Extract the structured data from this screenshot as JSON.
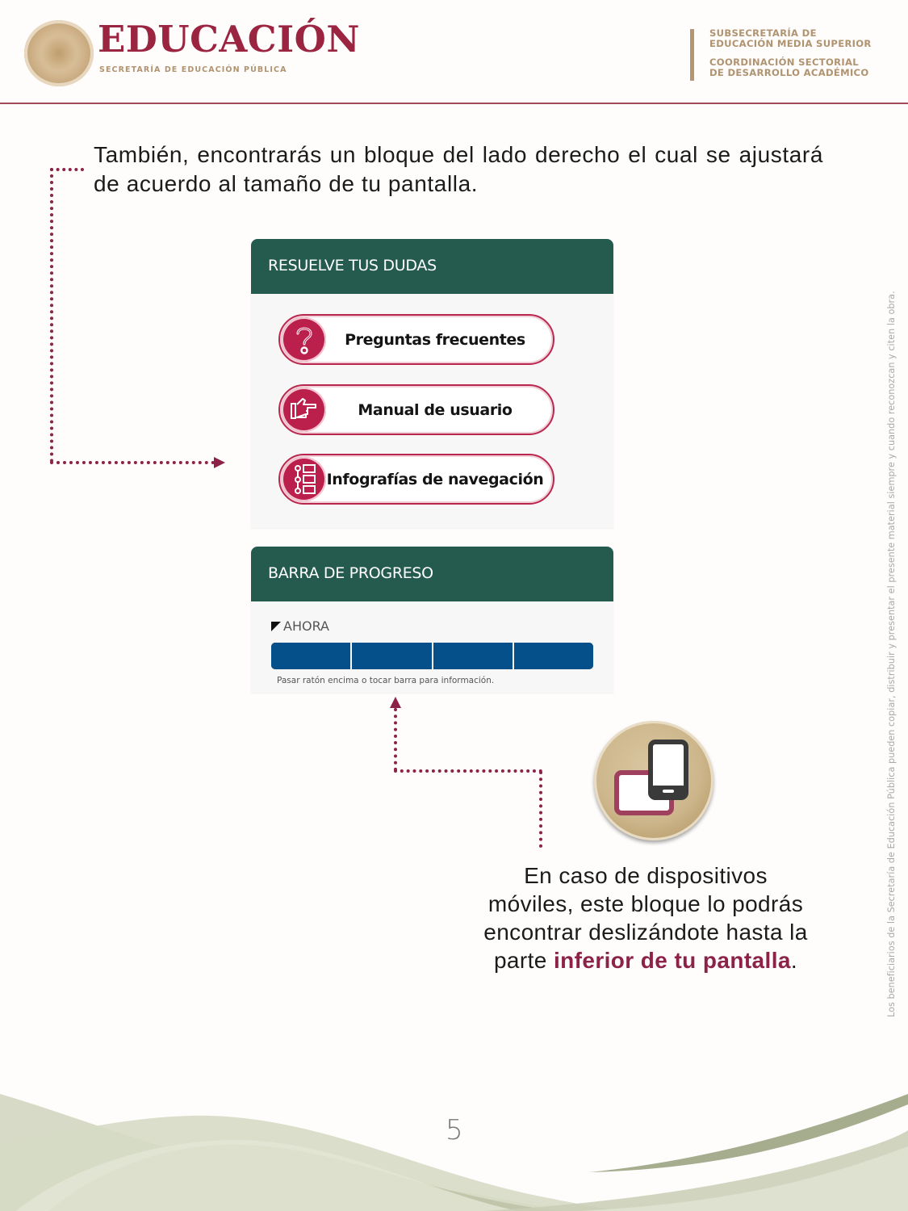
{
  "header": {
    "brand_title": "EDUCACIÓN",
    "brand_subtitle": "SECRETARÍA DE EDUCACIÓN PÚBLICA",
    "right_lines": [
      "SUBSECRETARÍA DE",
      "EDUCACIÓN MEDIA SUPERIOR",
      "COORDINACIÓN SECTORIAL",
      "DE DESARROLLO ACADÉMICO"
    ]
  },
  "intro_text": "También, encontrarás un bloque del lado derecho el cual se ajustará de acuerdo al tamaño de tu pantalla.",
  "help_block": {
    "title": "RESUELVE TUS DUDAS",
    "buttons": [
      {
        "label": "Preguntas frecuentes",
        "icon": "question-icon"
      },
      {
        "label": "Manual de usuario",
        "icon": "pointing-hand-icon"
      },
      {
        "label": "Infografías de navegación",
        "icon": "flowchart-icon"
      }
    ]
  },
  "progress_block": {
    "title": "BARRA DE PROGRESO",
    "now_label": "AHORA",
    "segments": 4,
    "hint": "Pasar ratón encima o tocar barra para información."
  },
  "device_icon": "devices-icon",
  "mobile_note": {
    "text": "En caso de dispositivos móviles, este bloque lo podrás encontrar deslizándote hasta la parte",
    "emphasis": "inferior de tu pantalla",
    "end": "."
  },
  "legal_text": "Los beneficiarios de la Secretaría de Educación Pública pueden copiar, distribuir y presentar el presente material siempre y cuando reconozcan y citen la obra.",
  "page_number": "5",
  "colors": {
    "brand_red": "#9b2441",
    "gold": "#b09370",
    "card_header_green": "#245b4e",
    "button_magenta": "#bb1f4c",
    "progress_blue": "#05508a",
    "connector": "#8c2248"
  }
}
